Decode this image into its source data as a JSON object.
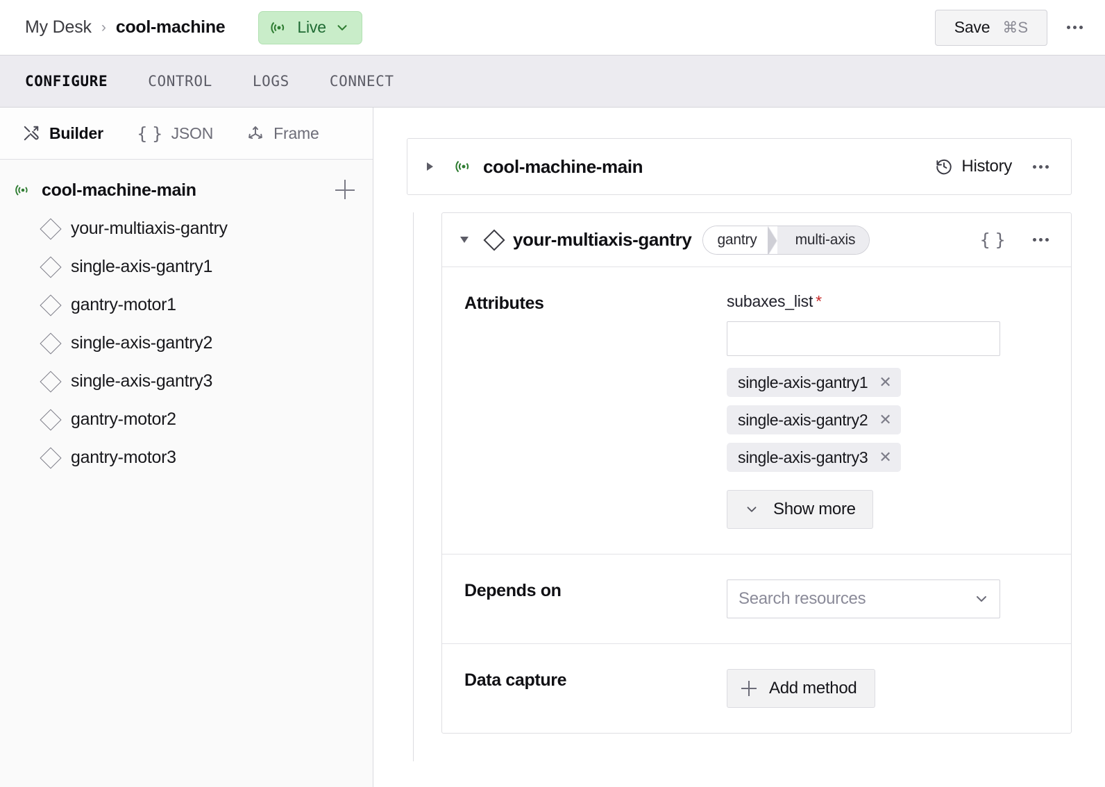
{
  "topbar": {
    "breadcrumb_root": "My Desk",
    "breadcrumb_sep": "›",
    "breadcrumb_current": "cool-machine",
    "status_badge": {
      "label": "Live",
      "icon": "radar-icon",
      "bg_color": "#c9edc9",
      "text_color": "#1f6b33"
    },
    "save_label": "Save",
    "save_shortcut": "⌘S",
    "more_icon": "ellipsis-icon"
  },
  "tabs": [
    {
      "label": "CONFIGURE",
      "active": true
    },
    {
      "label": "CONTROL",
      "active": false
    },
    {
      "label": "LOGS",
      "active": false
    },
    {
      "label": "CONNECT",
      "active": false
    }
  ],
  "builder_bar": [
    {
      "label": "Builder",
      "icon": "tools-icon",
      "active": true
    },
    {
      "label": "JSON",
      "icon": "braces-icon",
      "active": false
    },
    {
      "label": "Frame",
      "icon": "axes-icon",
      "active": false
    }
  ],
  "sidebar": {
    "root": {
      "label": "cool-machine-main",
      "icon": "radar-icon"
    },
    "add_icon": "plus-icon",
    "items": [
      {
        "label": "your-multiaxis-gantry",
        "icon": "diamond-icon"
      },
      {
        "label": "single-axis-gantry1",
        "icon": "diamond-icon"
      },
      {
        "label": "gantry-motor1",
        "icon": "diamond-icon"
      },
      {
        "label": "single-axis-gantry2",
        "icon": "diamond-icon"
      },
      {
        "label": "single-axis-gantry3",
        "icon": "diamond-icon"
      },
      {
        "label": "gantry-motor2",
        "icon": "diamond-icon"
      },
      {
        "label": "gantry-motor3",
        "icon": "diamond-icon"
      }
    ]
  },
  "main": {
    "machine_card": {
      "title": "cool-machine-main",
      "expand_icon": "chevron-right-icon",
      "status_icon": "radar-icon",
      "history_label": "History",
      "history_icon": "clock-rotate-icon",
      "more_icon": "ellipsis-icon"
    },
    "resource_card": {
      "title": "your-multiaxis-gantry",
      "collapse_icon": "chevron-down-icon",
      "type_icon": "diamond-icon",
      "pill_primary": "gantry",
      "pill_secondary": "multi-axis",
      "json_icon": "braces-icon",
      "more_icon": "ellipsis-icon",
      "rows": {
        "attributes": {
          "label": "Attributes",
          "field_label": "subaxes_list",
          "required_mark": "*",
          "input_value": "",
          "input_placeholder": "",
          "tags": [
            {
              "label": "single-axis-gantry1",
              "remove_icon": "close-icon"
            },
            {
              "label": "single-axis-gantry2",
              "remove_icon": "close-icon"
            },
            {
              "label": "single-axis-gantry3",
              "remove_icon": "close-icon"
            }
          ],
          "show_more_label": "Show more",
          "show_more_icon": "chevron-down-icon"
        },
        "depends_on": {
          "label": "Depends on",
          "select_placeholder": "Search resources",
          "select_icon": "chevron-down-icon"
        },
        "data_capture": {
          "label": "Data capture",
          "add_label": "Add method",
          "add_icon": "plus-icon"
        }
      }
    }
  }
}
